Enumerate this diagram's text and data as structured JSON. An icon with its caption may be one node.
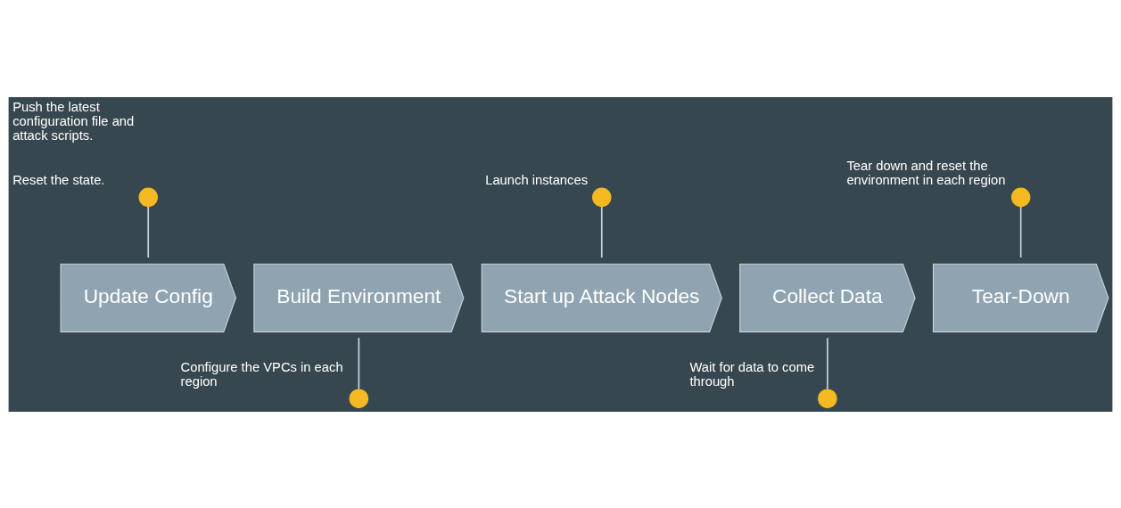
{
  "diagram": {
    "nodes": [
      {
        "text": [
          "Update Config"
        ]
      },
      {
        "text": [
          "Build Environment"
        ]
      },
      {
        "text": [
          "Start up Attack Nodes"
        ]
      },
      {
        "text": [
          "Collect Data"
        ]
      },
      {
        "text": [
          "Tear-Down"
        ]
      },
      {
        "text": [],
        "shape": "circle",
        "beside": [
          "Push the latest configuration file and attack scripts.",
          "Reset the state."
        ]
      },
      {
        "text": [],
        "shape": "circle",
        "beside": [
          "Configure the VPCs in each region"
        ]
      },
      {
        "text": [],
        "shape": "circle",
        "beside": [
          "Launch instances"
        ]
      },
      {
        "text": [],
        "shape": "circle",
        "beside": [
          "Wait for data to come through"
        ]
      },
      {
        "text": [],
        "shape": "circle",
        "beside": [
          "Tear down and reset the environment in each region"
        ]
      }
    ],
    "edges": [
      {
        "from": 5,
        "to": 0,
        "arrow": "none"
      },
      {
        "from": 1,
        "to": 6,
        "arrow": "none"
      },
      {
        "from": 7,
        "to": 2,
        "arrow": "none"
      },
      {
        "from": 3,
        "to": 8,
        "arrow": "none"
      },
      {
        "from": 9,
        "to": 4,
        "arrow": "none"
      }
    ]
  }
}
